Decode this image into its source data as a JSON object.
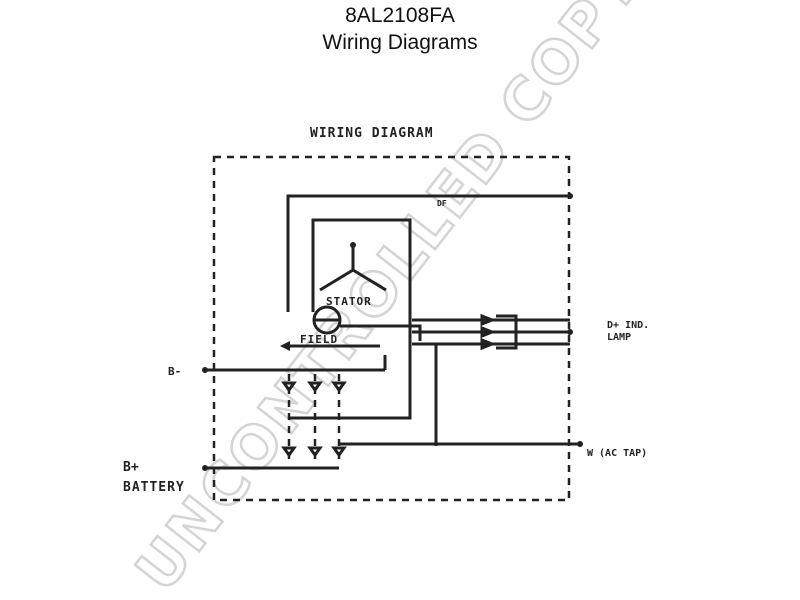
{
  "header": {
    "part_number": "8AL2108FA",
    "subtitle": "Wiring Diagrams"
  },
  "diagram": {
    "title": "WIRING DIAGRAM",
    "labels": {
      "df": "DF",
      "stator": "STATOR",
      "field": "FIELD",
      "b_minus": "B-",
      "d_plus_1": "D+ IND.",
      "d_plus_2": "LAMP",
      "w_tap": "W (AC TAP)",
      "b_plus": "B+",
      "battery": "BATTERY"
    }
  },
  "watermark": {
    "text": "UNCONTROLLED COPY",
    "color": "#d4d4d4"
  }
}
